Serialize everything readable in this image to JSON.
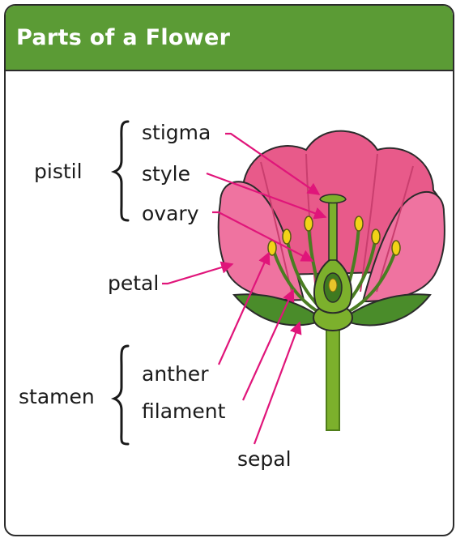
{
  "title": "Parts of a Flower",
  "labels": {
    "pistil": "pistil",
    "stigma": "stigma",
    "style": "style",
    "ovary": "ovary",
    "petal": "petal",
    "stamen": "stamen",
    "anther": "anther",
    "filament": "filament",
    "sepal": "sepal"
  },
  "colors": {
    "header": "#5b9b35",
    "pointer": "#e0157a",
    "petal": "#ee6e98",
    "petal_dark": "#d94677",
    "stem": "#7cb02c",
    "sepal": "#4a8c2a",
    "anther": "#f2d317"
  }
}
